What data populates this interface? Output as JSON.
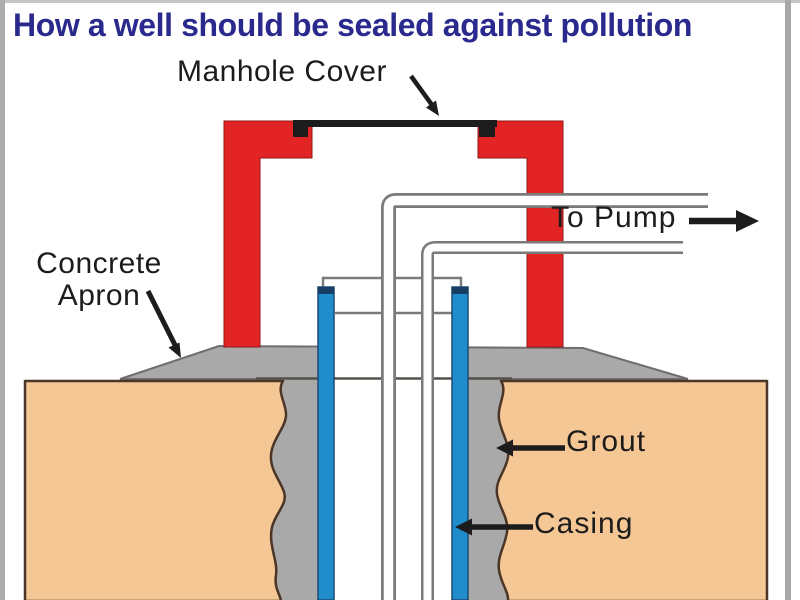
{
  "title": "How a well should be sealed against pollution",
  "labels": {
    "manhole_cover": "Manhole Cover",
    "to_pump": "To Pump",
    "concrete_apron_line1": "Concrete",
    "concrete_apron_line2": "Apron",
    "grout": "Grout",
    "casing": "Casing"
  },
  "diagram": {
    "type": "cross-section illustration",
    "subject": "well head sanitary seal",
    "parts": [
      "Manhole Cover",
      "Concrete Apron",
      "Grout",
      "Casing",
      "pipe to pump",
      "well seal",
      "soil"
    ]
  },
  "colors": {
    "title_navy": "#2A2A8E",
    "label_black": "#1C1C1C",
    "manhole_red": "#E32424",
    "manhole_red_edge": "#8F1616",
    "cover_black": "#1C1C1C",
    "casing_blue": "#1F8CCB",
    "casing_cap_navy": "#173F66",
    "casing_edge_navy": "#1E4B74",
    "concrete_gray": "#A9A9A9",
    "concrete_edge_gray": "#6E6E6E",
    "soil_tan": "#F5C795",
    "soil_edge_brown": "#4A3526",
    "pipe_wall_gray": "#7A7A7A",
    "pipe_inner_white": "#FEFEFE",
    "border_gray": "#ADADAD"
  }
}
